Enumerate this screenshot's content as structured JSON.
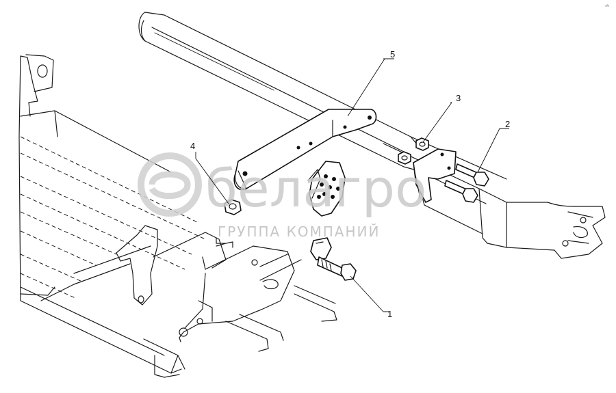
{
  "callouts": [
    {
      "id": "1",
      "label": "1",
      "part": "bolt-lower"
    },
    {
      "id": "2",
      "label": "2",
      "part": "bolt-bracket"
    },
    {
      "id": "3",
      "label": "3",
      "part": "nut-bracket"
    },
    {
      "id": "4",
      "label": "4",
      "part": "nut-left"
    },
    {
      "id": "5",
      "label": "5",
      "part": "link-arm"
    }
  ],
  "watermark": {
    "brand": "белагро",
    "tagline": "ГРУППА КОМПАНИЙ"
  },
  "corner_mark": "ᵃᵇ"
}
